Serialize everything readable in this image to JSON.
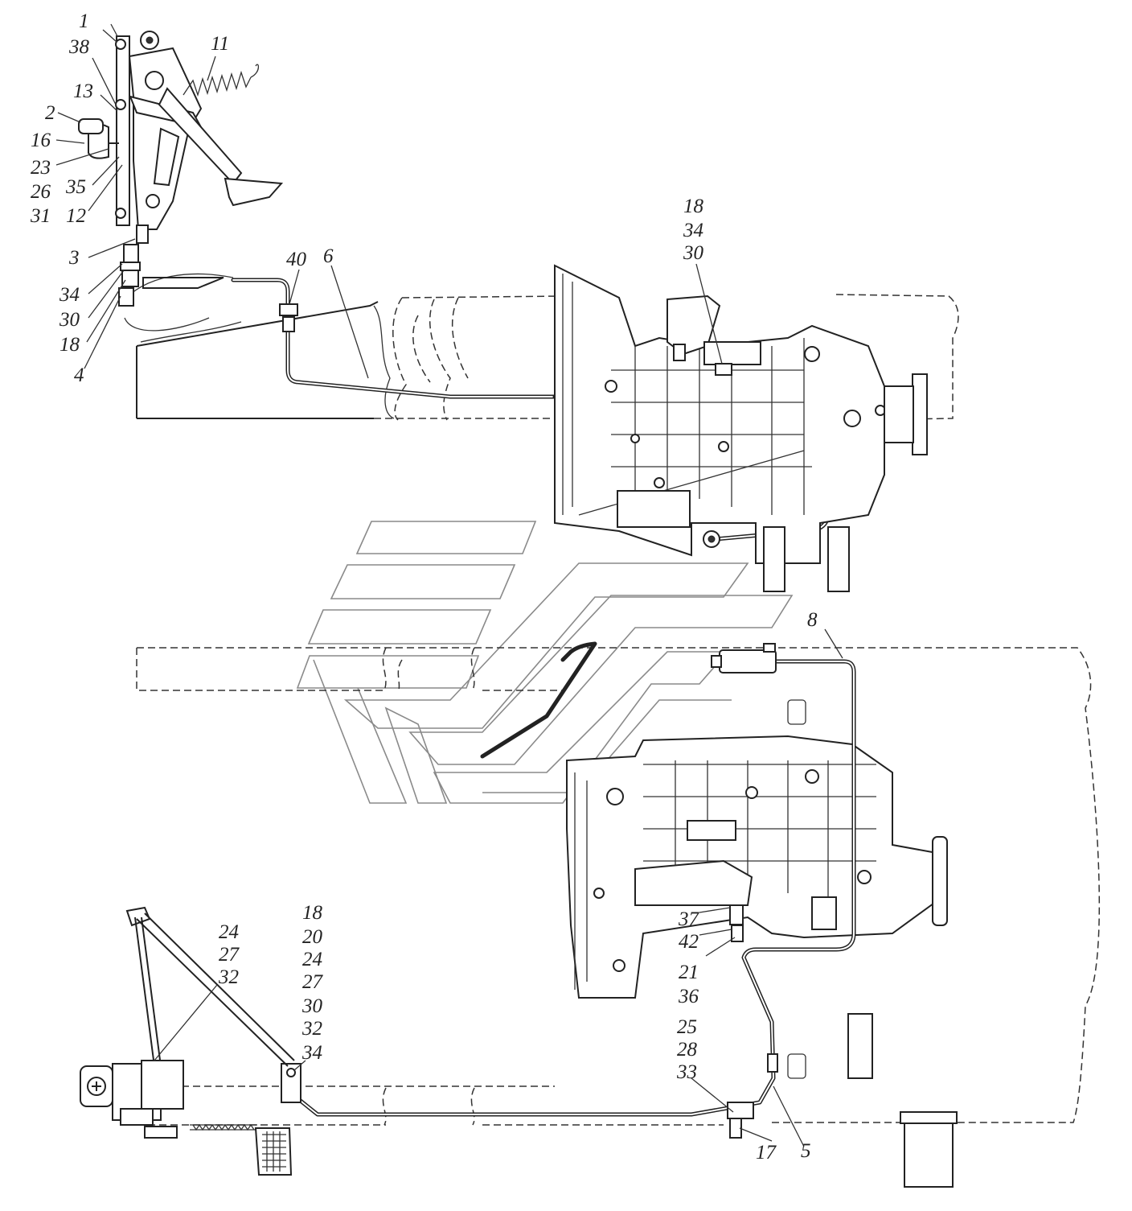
{
  "diagram": {
    "callouts": {
      "upper_pedal": [
        "1",
        "38",
        "13",
        "2",
        "16",
        "23",
        "26",
        "31",
        "35",
        "12",
        "11",
        "3",
        "34",
        "30",
        "18",
        "4"
      ],
      "upper_pipe": [
        "40",
        "6"
      ],
      "upper_gearbox": [
        "18",
        "34",
        "30"
      ],
      "lower_pipe": [
        "8"
      ],
      "lower_gearbox": [
        "37",
        "42",
        "21",
        "36"
      ],
      "lower_pedal_a": [
        "24",
        "27",
        "32"
      ],
      "lower_pedal_b": [
        "18",
        "20",
        "24",
        "27",
        "30",
        "32",
        "34"
      ],
      "lower_hose": [
        "25",
        "28",
        "33"
      ],
      "lower_bottom": [
        "17",
        "5"
      ]
    }
  }
}
